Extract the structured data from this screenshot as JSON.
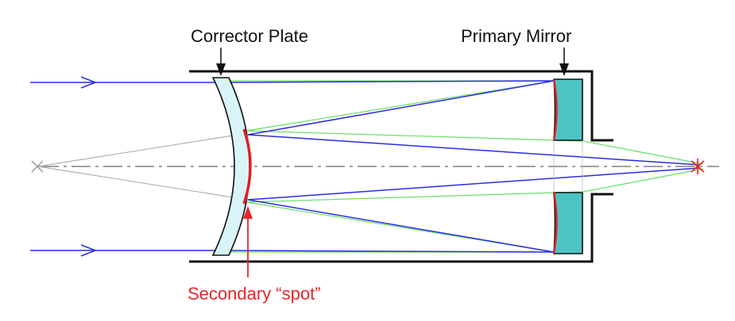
{
  "labels": {
    "corrector_plate": "Corrector Plate",
    "primary_mirror": "Primary Mirror",
    "secondary_spot": "Secondary “spot”"
  },
  "colors": {
    "label_text": "#111111",
    "secondary_label": "#e8262a",
    "blue_ray": "#2c2ce0",
    "green_ray": "#66dd66",
    "gray_ray": "#b0b0b0",
    "optical_axis": "#808080",
    "tube": "#111111",
    "corrector_fill": "#d8f4f8",
    "mirror_fill": "#4dc4c4",
    "mirror_surface": "#e02020",
    "focus_mark": "#e82020"
  },
  "icons": {
    "arrow_left_source": "x-mark-icon",
    "focus_point": "asterisk-icon"
  }
}
